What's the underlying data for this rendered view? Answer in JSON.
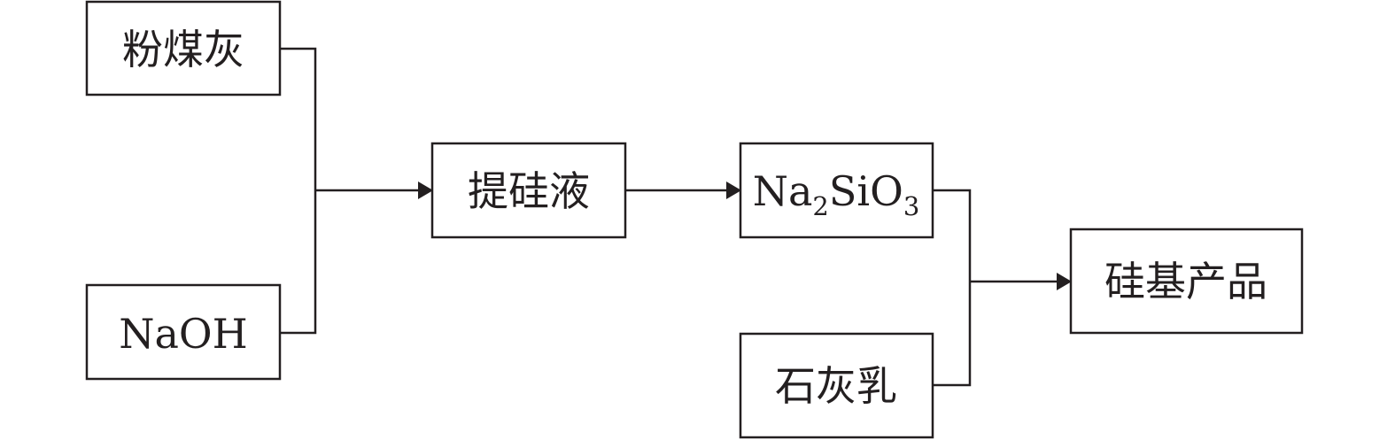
{
  "nodes": {
    "fly_ash": "粉煤灰",
    "naoh": "NaOH",
    "silica_extract": "提硅液",
    "sodium_silicate": {
      "parts": [
        "Na",
        "2",
        "SiO",
        "3"
      ]
    },
    "lime_milk": "石灰乳",
    "silicon_products": "硅基产品"
  },
  "colors": {
    "stroke": "#231f20",
    "text": "#231f20",
    "background": "#ffffff"
  }
}
